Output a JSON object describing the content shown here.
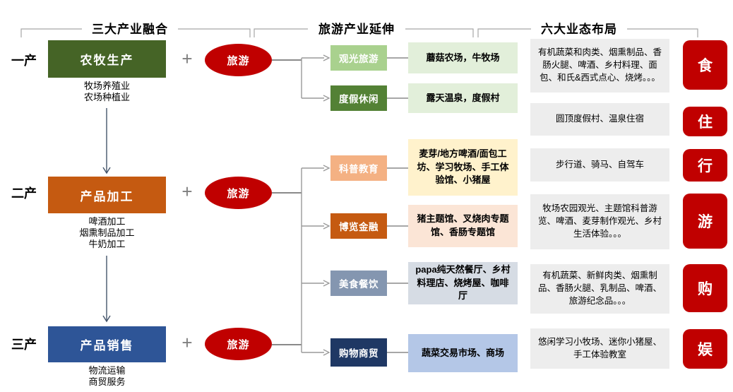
{
  "header": {
    "sections": [
      {
        "title": "三大产业融合"
      },
      {
        "title": "旅游产业延伸"
      },
      {
        "title": "六大业态布局"
      }
    ]
  },
  "stages": [
    {
      "tier": "一产",
      "box_label": "农牧生产",
      "sub": "牧场养殖业\n农场种植业",
      "plus_sign": "+",
      "bubble_label": "旅游"
    },
    {
      "tier": "二产",
      "box_label": "产品加工",
      "sub": "啤酒加工\n烟熏制品加工\n牛奶加工",
      "plus_sign": "+",
      "bubble_label": "旅游"
    },
    {
      "tier": "三产",
      "box_label": "产品销售",
      "sub": "物流运输\n商贸服务",
      "plus_sign": "+",
      "bubble_label": "旅游"
    }
  ],
  "categories": [
    {
      "label": "观光旅游",
      "detail": "蘑菇农场，牛牧场"
    },
    {
      "label": "度假休闲",
      "detail": "露天温泉，度假村"
    },
    {
      "label": "科普教育",
      "detail": "麦芽/地方啤酒/面包工坊、学习牧场、手工体验馆、小猪屋"
    },
    {
      "label": "博览金融",
      "detail": "猪主题馆、叉烧肉专题馆、香肠专题馆"
    },
    {
      "label": "美食餐饮",
      "detail": "papa纯天然餐厅、乡村料理店、烧烤屋、咖啡厅"
    },
    {
      "label": "购物商贸",
      "detail": "蔬菜交易市场、商场"
    }
  ],
  "formats": [
    {
      "text": "有机蔬菜和肉类、烟熏制品、香肠火腿、啤酒、乡村料理、面包、和氏&西式点心、烧烤。。。",
      "tag": "食"
    },
    {
      "text": "圆顶度假村、温泉住宿",
      "tag": "住"
    },
    {
      "text": "步行道、骑马、自驾车",
      "tag": "行"
    },
    {
      "text": "牧场农园观光、主题馆科普游览、啤酒、麦芽制作观光、乡村生活体验。。。",
      "tag": "游"
    },
    {
      "text": "有机蔬菜、新鲜肉类、烟熏制品、香肠火腿、乳制品、啤酒、旅游纪念品。。。",
      "tag": "购"
    },
    {
      "text": "悠闲学习小牧场、迷你小猪屋、手工体验教室",
      "tag": "娱"
    }
  ],
  "colors": {
    "brand_red": "#c00000",
    "stage1_green": "#456426",
    "stage2_orange": "#c55a11",
    "stage3_blue": "#2e5597",
    "cat_light_green": "#a9d18e",
    "cat_green": "#538135",
    "cat_peach": "#f4b183",
    "cat_orange": "#c55a11",
    "cat_blue_gray": "#8496b0",
    "cat_navy": "#1f3864",
    "detail_pale_green": "#e2efda",
    "detail_pale_yellow": "#fff2cc",
    "detail_pale_peach": "#fbe5d6",
    "detail_pale_blue": "#d6dce4",
    "detail_light_blue": "#b4c7e7",
    "format_gray": "#ededed",
    "connector_gray": "#909090",
    "arrow_navy": "#44546a"
  }
}
